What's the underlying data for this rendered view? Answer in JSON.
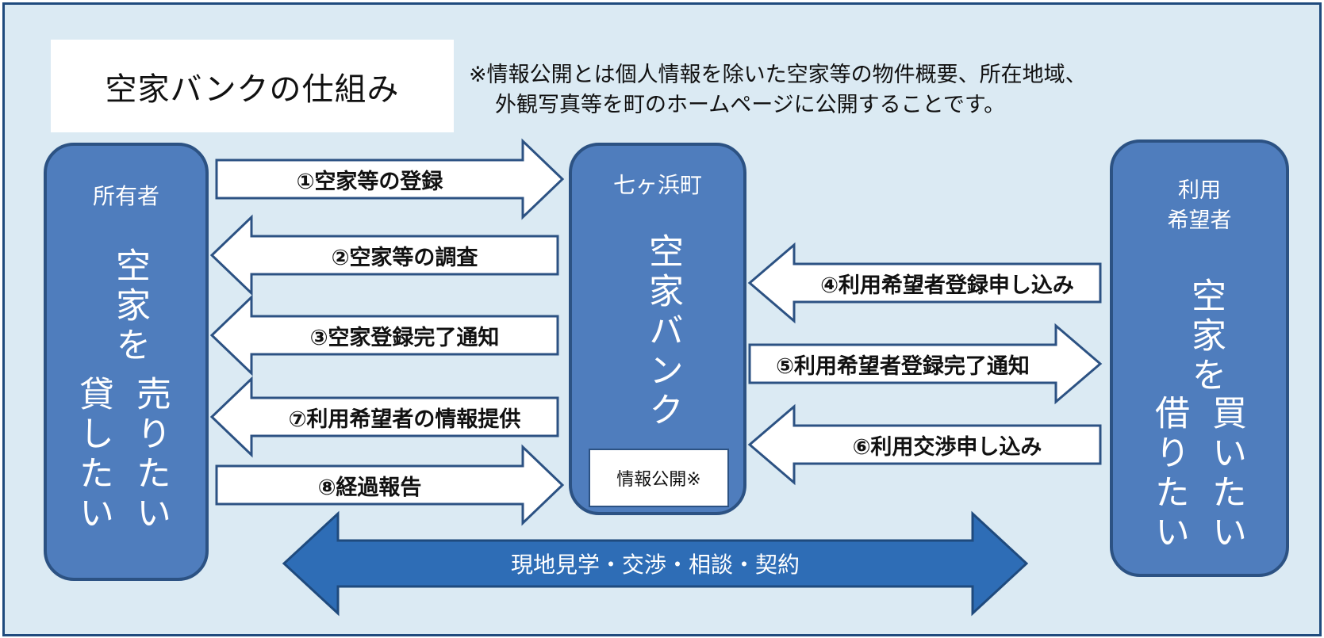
{
  "title": "空家バンクの仕組み",
  "note": {
    "line1": "※情報公開とは個人情報を除いた空家等の物件概要、所在地域、",
    "line2": "外観写真等を町のホームページに公開することです。"
  },
  "owner": {
    "label": "所有者",
    "main": "空家を",
    "col_sell": "売りたい",
    "col_lend": "貸したい"
  },
  "town": {
    "label": "七ヶ浜町",
    "main": "空家バンク",
    "info_box": "情報公開※"
  },
  "user": {
    "label_line1": "利用",
    "label_line2": "希望者",
    "main": "空家を",
    "col_buy": "買いたい",
    "col_rent": "借りたい"
  },
  "steps": {
    "s1": "①空家等の登録",
    "s2": "②空家等の調査",
    "s3": "③空家登録完了通知",
    "s4": "④利用希望者登録申し込み",
    "s5": "⑤利用希望者登録完了通知",
    "s6": "⑥利用交渉申し込み",
    "s7": "⑦利用希望者の情報提供",
    "s8": "⑧経過報告"
  },
  "bottom_arrow": "現地見学・交渉・相談・契約",
  "colors": {
    "background": "#dbeaf3",
    "frame": "#1f4a7d",
    "column_fill": "#4f7dbd",
    "column_border": "#2c5283",
    "arrow_fill": "#ffffff",
    "wide_arrow_fill": "#2e6db6"
  }
}
